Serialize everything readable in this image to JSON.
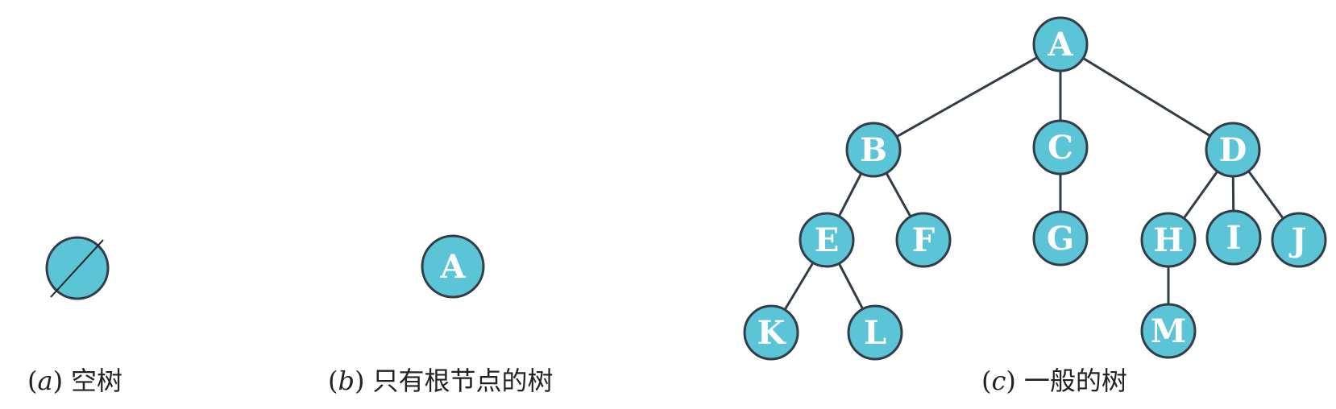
{
  "colors": {
    "node_fill": "#5bc4d6",
    "node_stroke": "#333d47",
    "edge": "#333d47",
    "label": "#ffffff",
    "caption": "#222222"
  },
  "panels": {
    "a": {
      "caption_open": "(",
      "caption_letter": "a",
      "caption_close": ")",
      "caption_text": "空树",
      "null_symbol": "empty-set-icon"
    },
    "b": {
      "caption_open": "(",
      "caption_letter": "b",
      "caption_close": ")",
      "caption_text": "只有根节点的树",
      "root": "A"
    },
    "c": {
      "caption_open": "(",
      "caption_letter": "c",
      "caption_close": ")",
      "caption_text": "一般的树",
      "nodes": [
        "A",
        "B",
        "C",
        "D",
        "E",
        "F",
        "G",
        "H",
        "I",
        "J",
        "K",
        "L",
        "M"
      ],
      "edges": [
        [
          "A",
          "B"
        ],
        [
          "A",
          "C"
        ],
        [
          "A",
          "D"
        ],
        [
          "B",
          "E"
        ],
        [
          "B",
          "F"
        ],
        [
          "C",
          "G"
        ],
        [
          "D",
          "H"
        ],
        [
          "D",
          "I"
        ],
        [
          "D",
          "J"
        ],
        [
          "E",
          "K"
        ],
        [
          "E",
          "L"
        ],
        [
          "H",
          "M"
        ]
      ]
    }
  }
}
